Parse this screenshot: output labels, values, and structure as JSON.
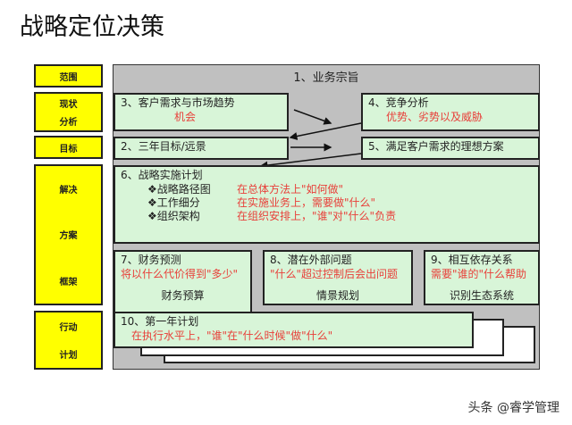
{
  "title": "战略定位决策",
  "rows": [
    "范围",
    [
      "现状",
      "分析"
    ],
    "目标",
    [
      "解决",
      "方案",
      "框架"
    ],
    [
      "行动",
      "计划"
    ]
  ],
  "box1": "1、业务宗旨",
  "box3": {
    "title": "3、客户需求与市场趋势",
    "sub": "机会"
  },
  "box4": {
    "title": "4、竞争分析",
    "sub": "优势、劣势以及威胁"
  },
  "box2": "2、三年目标/远景",
  "box5": "5、满足客户需求的理想方案",
  "box6": {
    "title": "6、战略实施计划",
    "items": [
      {
        "label": "❖战略路径图",
        "note": "在总体方法上\"如何做\""
      },
      {
        "label": "❖工作细分",
        "note": "在实施业务上，需要做\"什么\""
      },
      {
        "label": "❖组织架构",
        "note": "在组织安排上，\"谁\"对\"什么\"负责"
      }
    ]
  },
  "box7": {
    "title": "7、财务预测",
    "sub": "将以什么代价得到\"多少\"",
    "foot": "财务预算"
  },
  "box8": {
    "title": "8、潜在外部问题",
    "sub": "\"什么\"超过控制后会出问题",
    "foot": "情景规划"
  },
  "box9": {
    "title": "9、相互依存关系",
    "sub": "需要\"谁的\"什么帮助",
    "foot": "识别生态系统"
  },
  "box10": {
    "title": "10、第一年计划",
    "sub": "在执行水平上，\"谁\"在\"什么时候\"做\"什么\""
  },
  "watermark": "头条 @睿学管理"
}
